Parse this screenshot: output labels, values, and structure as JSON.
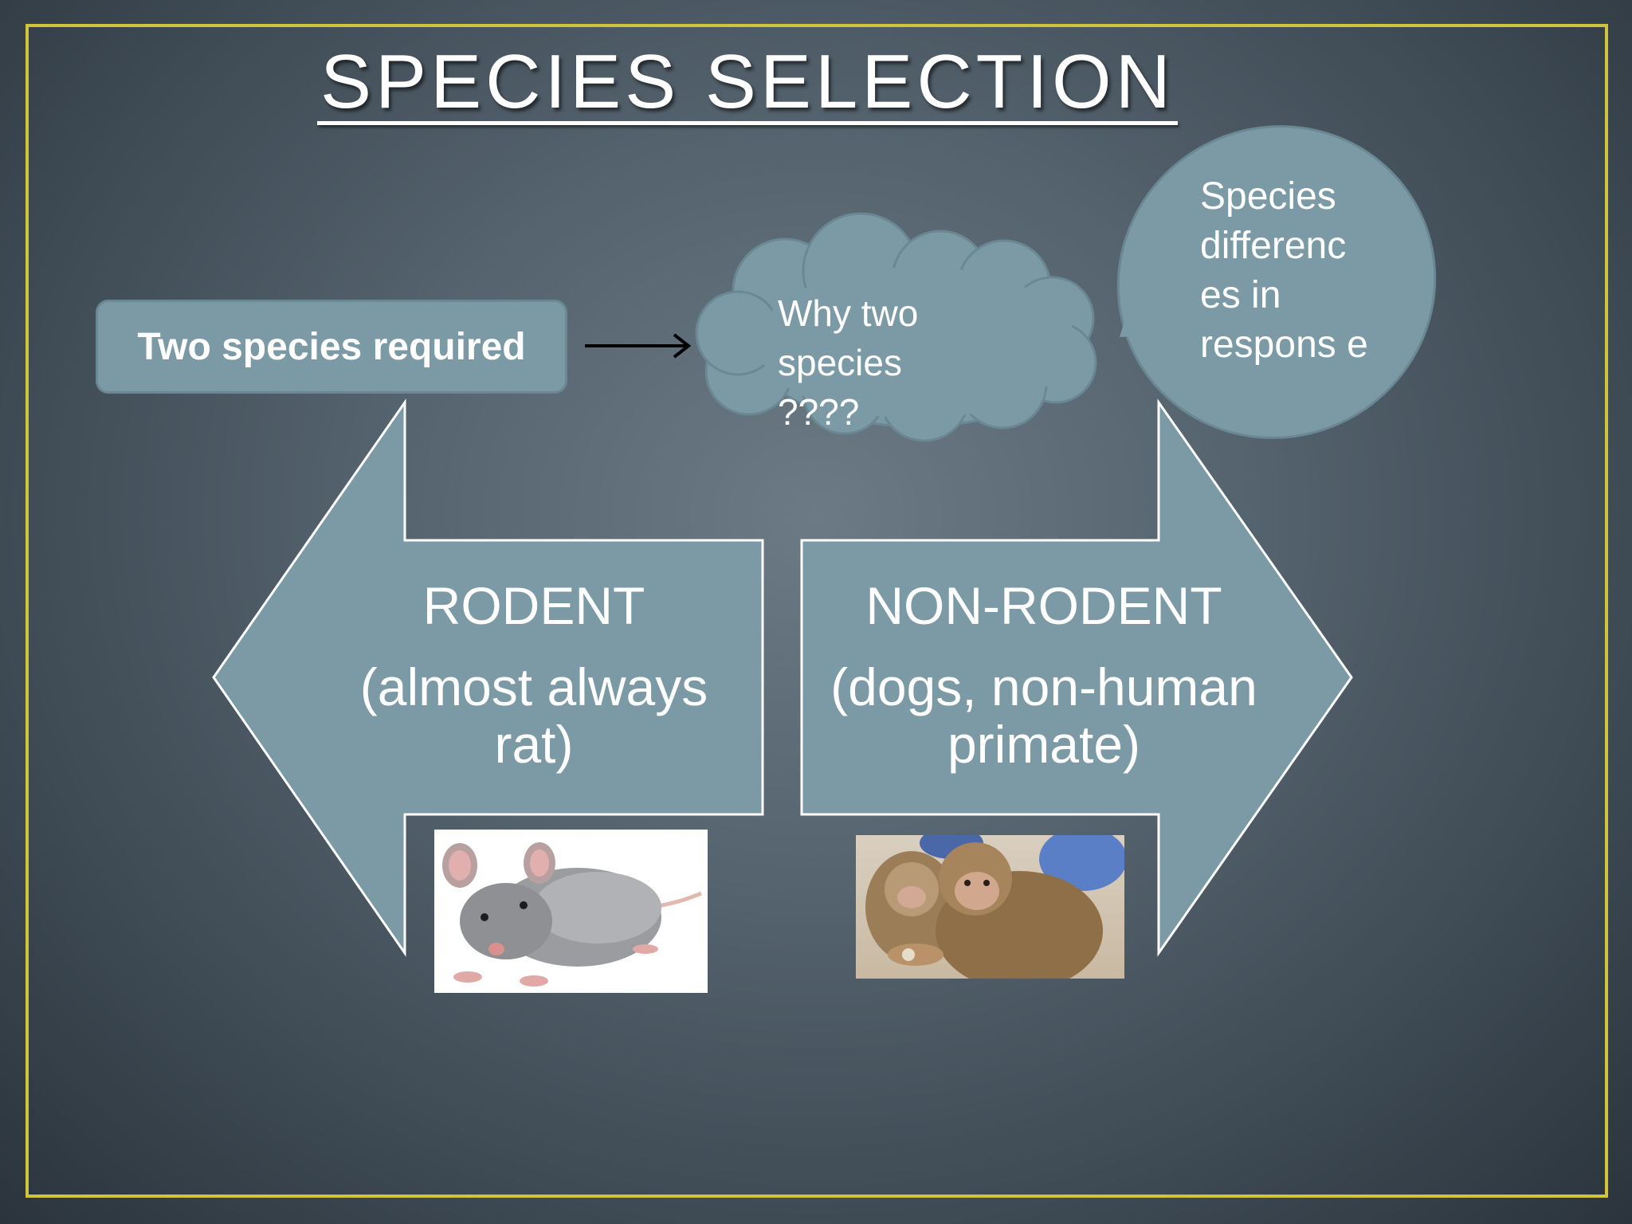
{
  "slide": {
    "title": "SPECIES SELECTION",
    "requirement_box": "Two species required",
    "cloud_text": "Why two species ????",
    "bubble_text": "Species differenc es in respons e",
    "left_arrow": {
      "title": "RODENT",
      "subtitle": "(almost always rat)"
    },
    "right_arrow": {
      "title": "NON-RODENT",
      "subtitle": "(dogs, non-human primate)"
    }
  },
  "colors": {
    "shape_fill": "#7b9aa5",
    "frame_border": "#cfc43a",
    "text": "#ffffff"
  },
  "images": {
    "left": "rat-photo",
    "right": "monkey-photo"
  }
}
